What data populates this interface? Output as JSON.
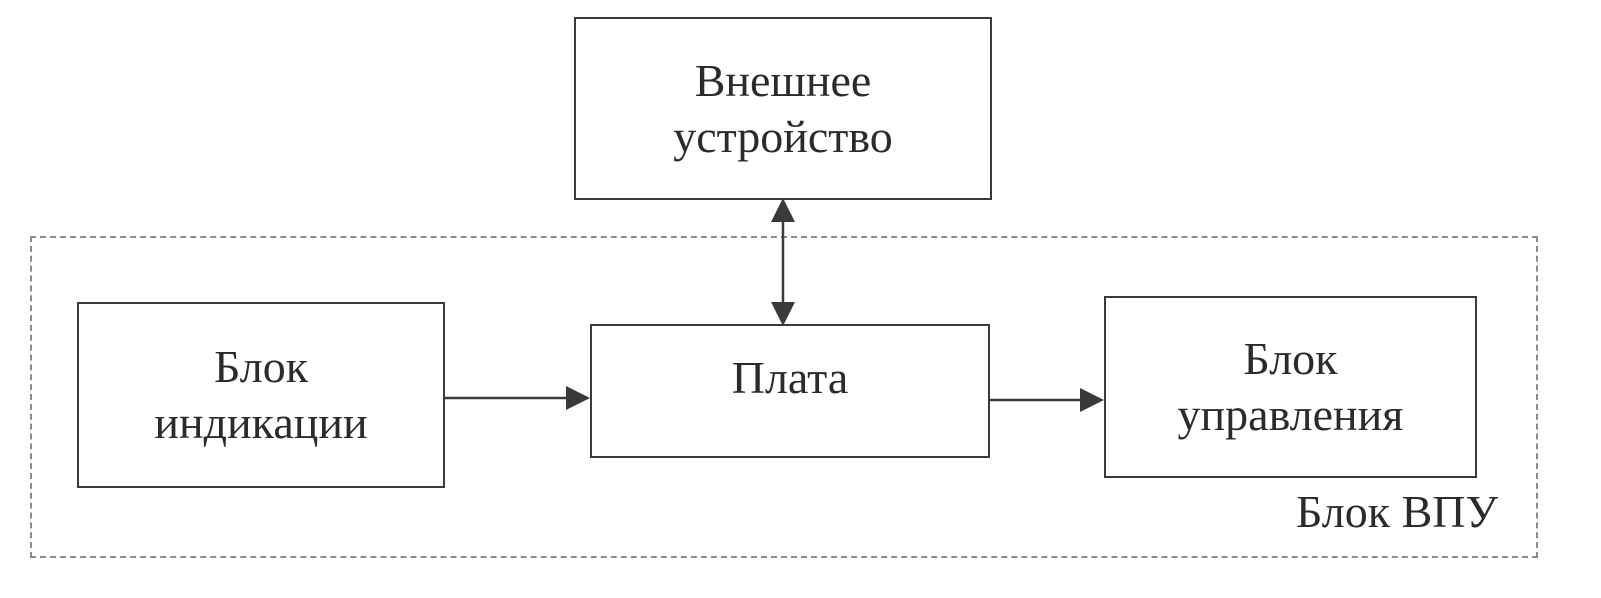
{
  "nodes": {
    "external_device": "Внешнее\nустройство",
    "indication_block": "Блок\nиндикации",
    "board": "Плата",
    "control_block": "Блок\nуправления"
  },
  "group": {
    "label": "Блок ВПУ"
  },
  "edges": [
    {
      "from": "indication_block",
      "to": "board",
      "direction": "one-way"
    },
    {
      "from": "board",
      "to": "control_block",
      "direction": "one-way"
    },
    {
      "from": "board",
      "to": "external_device",
      "direction": "two-way"
    }
  ],
  "colors": {
    "line": "#3a3a3a",
    "dashed_border": "#8c8c8c",
    "text": "#2b2b2b",
    "background": "#ffffff"
  }
}
